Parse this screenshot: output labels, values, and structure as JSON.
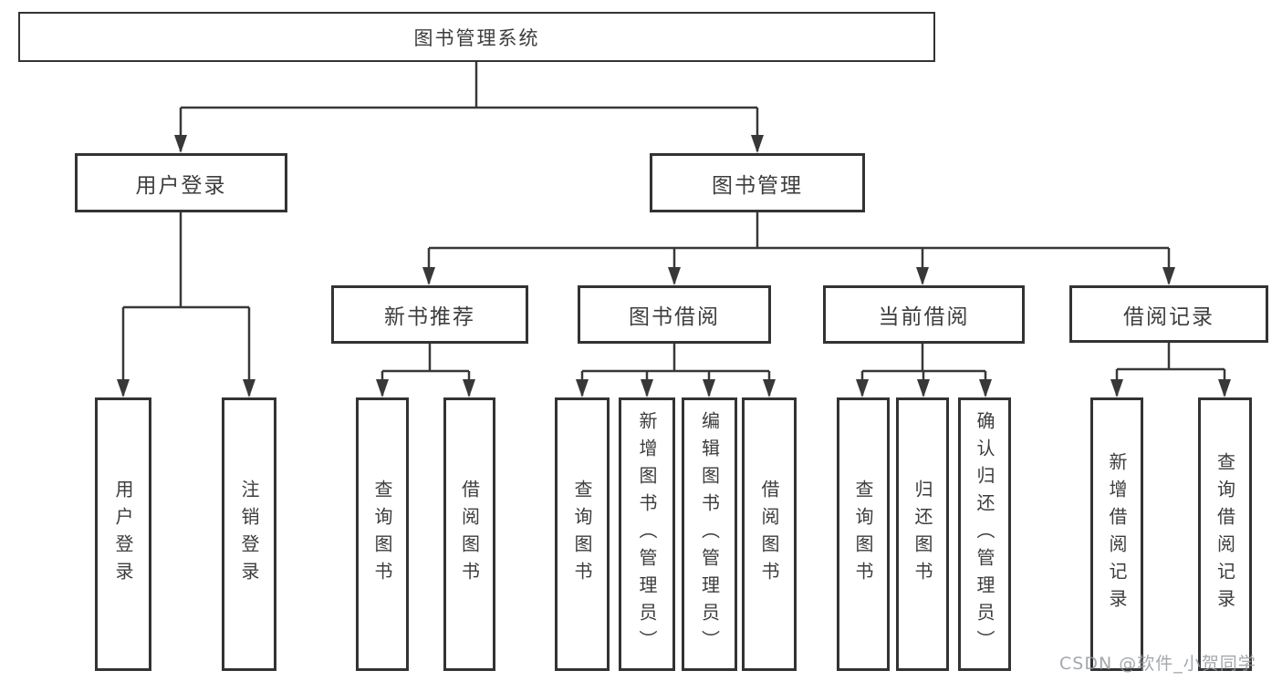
{
  "diagram": {
    "root": {
      "label": "图书管理系统"
    },
    "level2": [
      {
        "label": "用户登录",
        "children": [
          {
            "label": "用户登录"
          },
          {
            "label": "注销登录"
          }
        ]
      },
      {
        "label": "图书管理",
        "children": [
          {
            "label": "新书推荐",
            "children": [
              {
                "label": "查询图书"
              },
              {
                "label": "借阅图书"
              }
            ]
          },
          {
            "label": "图书借阅",
            "children": [
              {
                "label": "查询图书"
              },
              {
                "label": "新增图书（管理员）"
              },
              {
                "label": "编辑图书（管理员）"
              },
              {
                "label": "借阅图书"
              }
            ]
          },
          {
            "label": "当前借阅",
            "children": [
              {
                "label": "查询图书"
              },
              {
                "label": "归还图书"
              },
              {
                "label": "确认归还（管理员）"
              }
            ]
          },
          {
            "label": "借阅记录",
            "children": [
              {
                "label": "新增借阅记录"
              },
              {
                "label": "查询借阅记录"
              }
            ]
          }
        ]
      }
    ]
  },
  "watermark": {
    "text": "CSDN @软件_小贺同学"
  },
  "colors": {
    "line": "#383838",
    "border": "#333333",
    "text": "#3d3d3d",
    "watermark": "#94989e",
    "background": "#ffffff"
  }
}
